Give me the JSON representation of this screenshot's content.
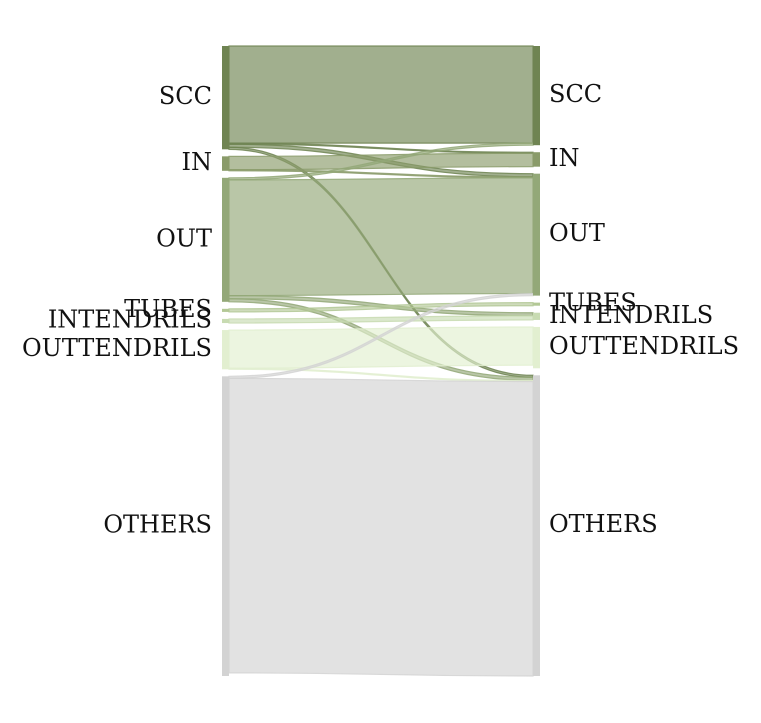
{
  "chart_data": {
    "type": "sankey",
    "colors": {
      "SCC": "#6f8452",
      "IN": "#8a9b6a",
      "OUT": "#93a878",
      "TUBES": "#b3c896",
      "INTENDRILS": "#c8dbb2",
      "OUTTENDRILS": "#e2efd0",
      "OTHERS": "#d3d3d3"
    },
    "left_nodes": [
      {
        "name": "SCC",
        "value": 100
      },
      {
        "name": "IN",
        "value": 14
      },
      {
        "name": "OUT",
        "value": 120
      },
      {
        "name": "TUBES",
        "value": 3
      },
      {
        "name": "INTENDRILS",
        "value": 4
      },
      {
        "name": "OUTTENDRILS",
        "value": 38
      },
      {
        "name": "OTHERS",
        "value": 290
      }
    ],
    "right_nodes": [
      {
        "name": "SCC",
        "value": 96
      },
      {
        "name": "IN",
        "value": 14
      },
      {
        "name": "OUT",
        "value": 118
      },
      {
        "name": "TUBES",
        "value": 3
      },
      {
        "name": "INTENDRILS",
        "value": 7
      },
      {
        "name": "OUTTENDRILS",
        "value": 40
      },
      {
        "name": "OTHERS",
        "value": 291
      }
    ],
    "links": [
      {
        "source": "SCC",
        "target": "SCC",
        "value": 94
      },
      {
        "source": "SCC",
        "target": "IN",
        "value": 1
      },
      {
        "source": "SCC",
        "target": "OUT",
        "value": 3
      },
      {
        "source": "SCC",
        "target": "OTHERS",
        "value": 2
      },
      {
        "source": "IN",
        "target": "IN",
        "value": 13
      },
      {
        "source": "IN",
        "target": "OUT",
        "value": 1
      },
      {
        "source": "OUT",
        "target": "SCC",
        "value": 2
      },
      {
        "source": "OUT",
        "target": "OUT",
        "value": 112
      },
      {
        "source": "OUT",
        "target": "INTENDRILS",
        "value": 3
      },
      {
        "source": "OUT",
        "target": "OTHERS",
        "value": 3
      },
      {
        "source": "TUBES",
        "target": "TUBES",
        "value": 3
      },
      {
        "source": "INTENDRILS",
        "target": "INTENDRILS",
        "value": 4
      },
      {
        "source": "OUTTENDRILS",
        "target": "OUTTENDRILS",
        "value": 37
      },
      {
        "source": "OUTTENDRILS",
        "target": "OTHERS",
        "value": 1
      },
      {
        "source": "OTHERS",
        "target": "OUT",
        "value": 2
      },
      {
        "source": "OTHERS",
        "target": "OTHERS",
        "value": 285
      }
    ]
  }
}
